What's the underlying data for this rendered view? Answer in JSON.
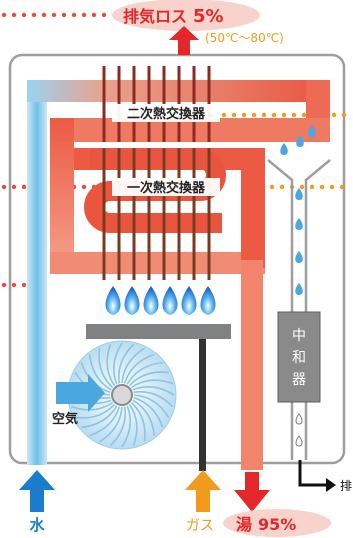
{
  "exhaust": {
    "label": "排気ロス",
    "percent": "5%",
    "temp_range": "(50℃〜80℃)"
  },
  "heat_exchangers": {
    "secondary": "二次熱交換器",
    "primary": "一次熱交換器"
  },
  "neutralizer": {
    "chars": [
      "中",
      "和",
      "器"
    ]
  },
  "fan": {
    "label": "空気"
  },
  "drain": {
    "label": "排"
  },
  "bottom": {
    "water": "水",
    "gas": "ガス",
    "hot_water": "湯",
    "hot_water_percent": "95%"
  },
  "colors": {
    "red": "#e5262a",
    "red_dots": "#e74c3c",
    "orange": "#f29a1b",
    "blue": "#1a7ccc",
    "light_blue": "#7ec8ec",
    "cloud": "#f8d3cb",
    "gray": "#7f8183",
    "frame": "#9e9e9e"
  },
  "icons": [
    "up-arrow-icon",
    "down-arrow-icon",
    "flame-icon",
    "droplet-icon",
    "fan-icon",
    "right-arrow-icon"
  ]
}
